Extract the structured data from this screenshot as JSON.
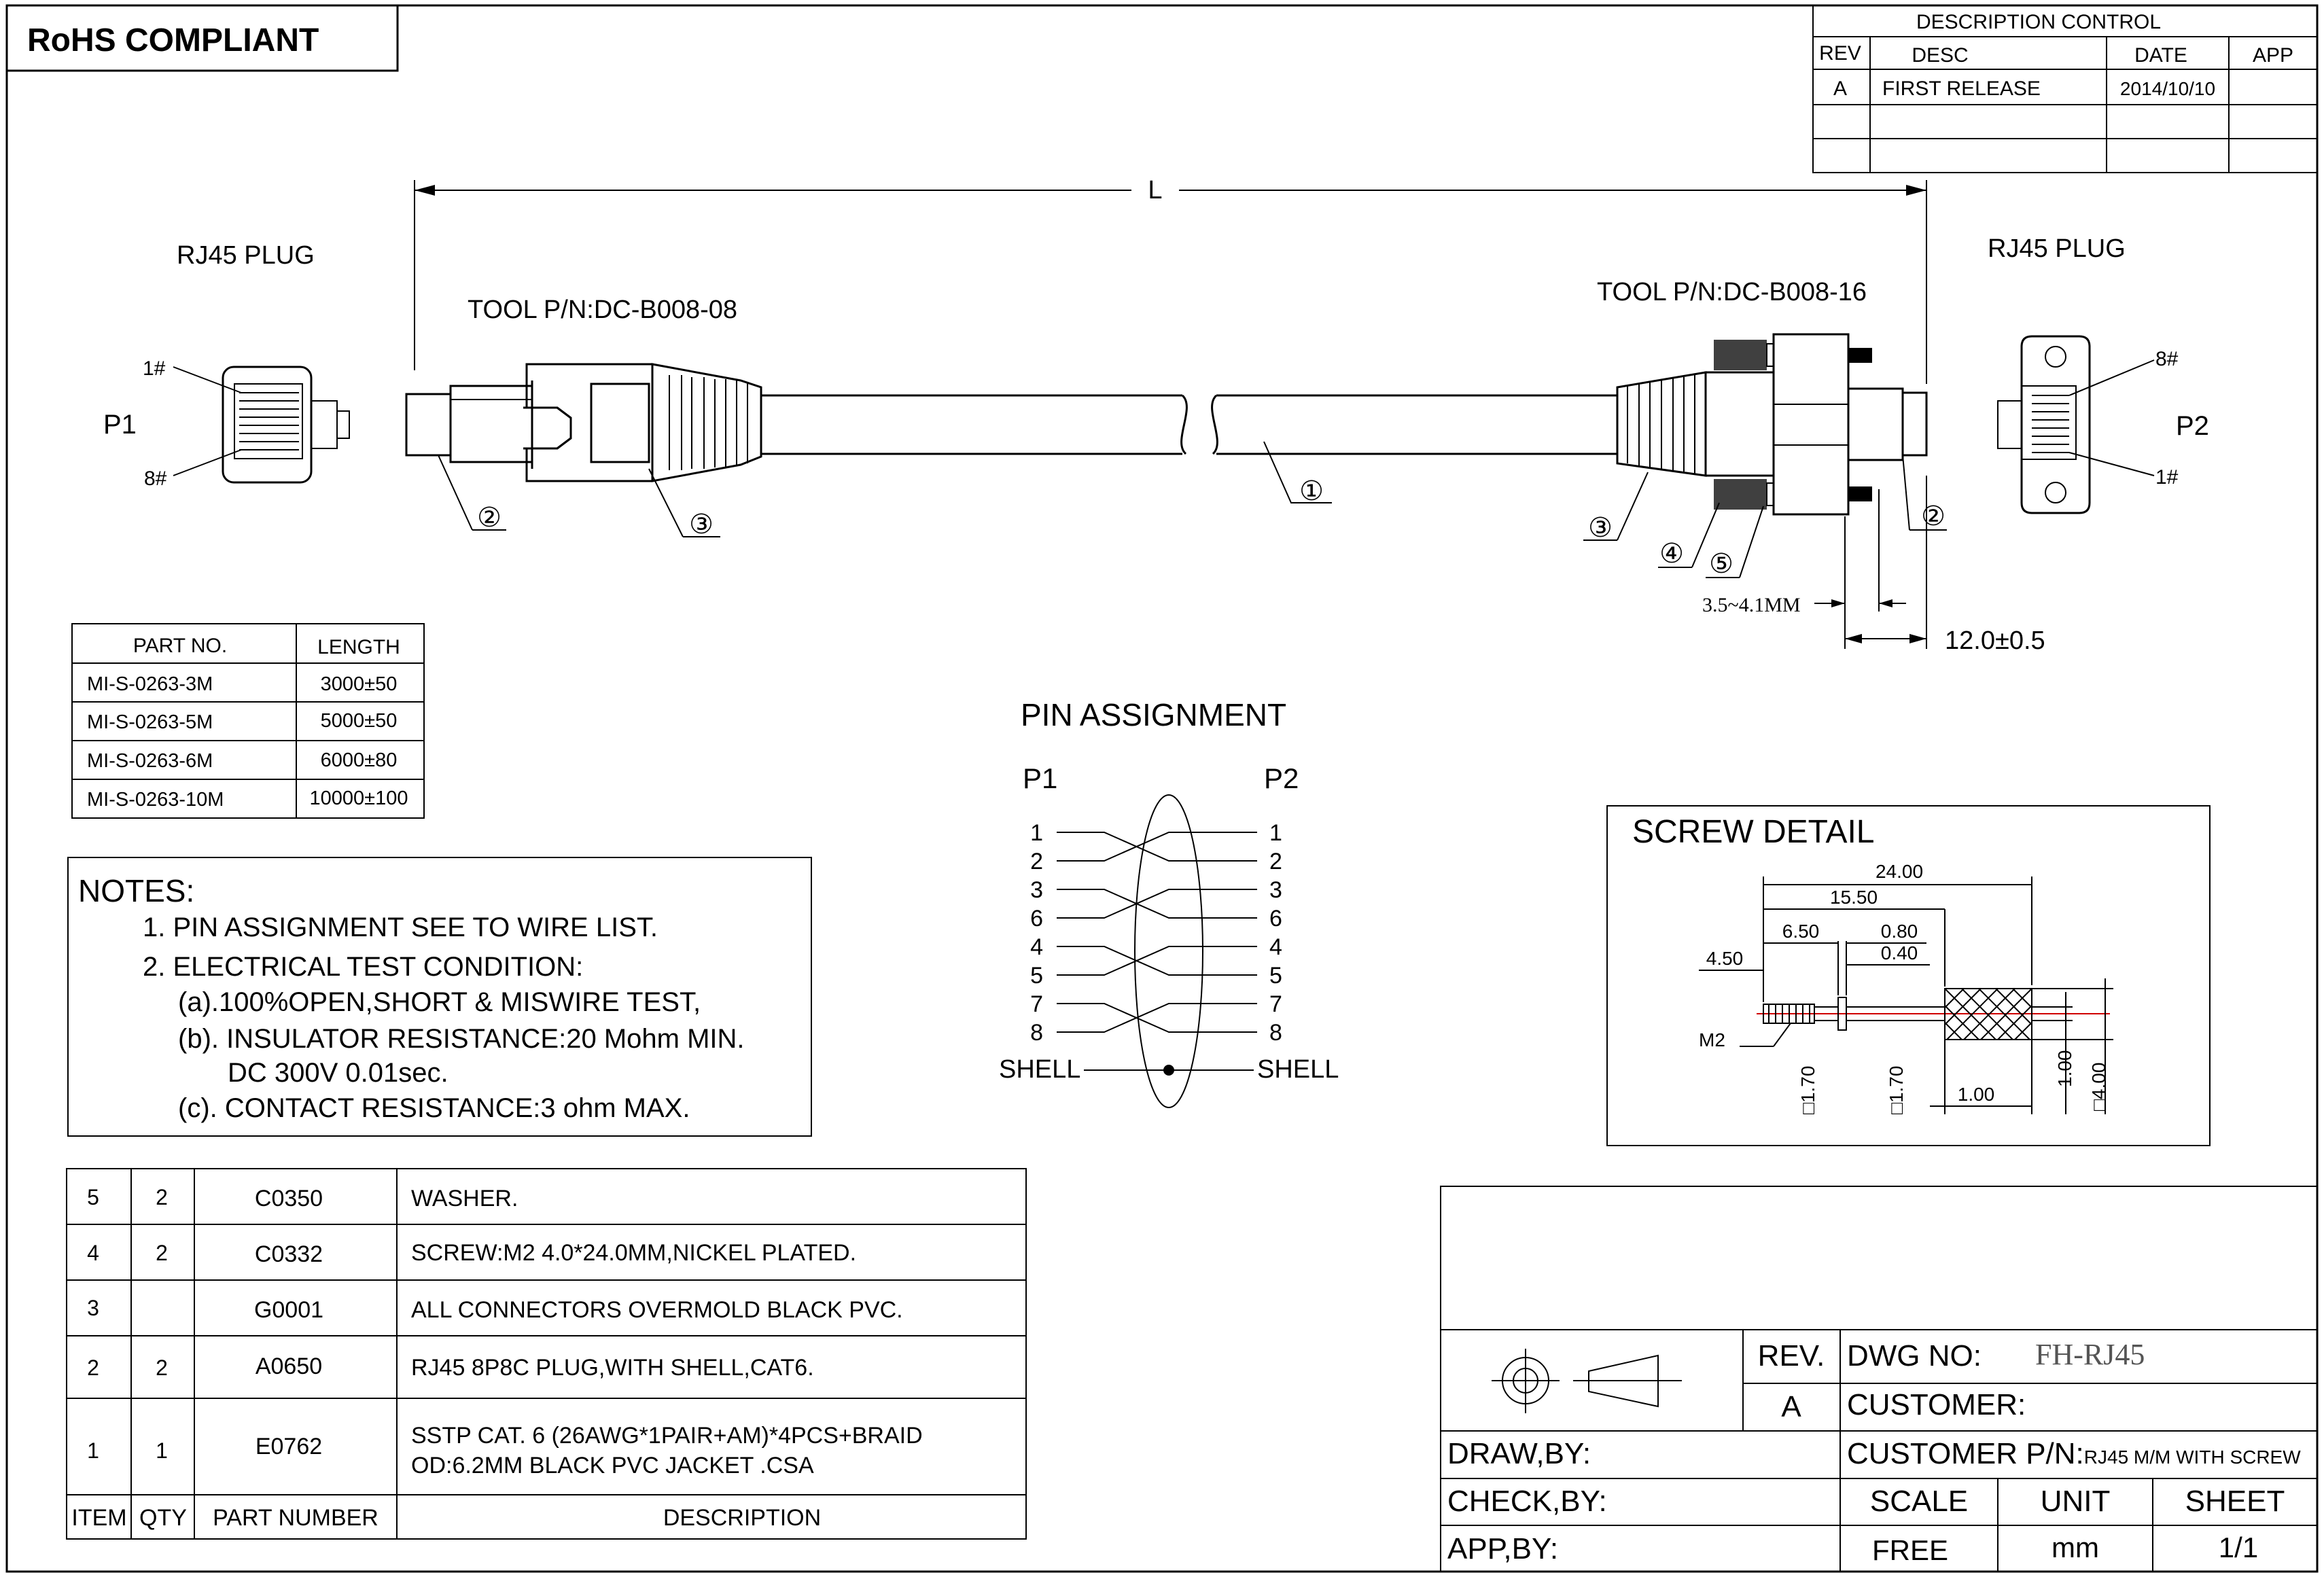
{
  "title_block": {
    "rohs": "RoHS COMPLIANT",
    "rev_label": "REV.",
    "rev_value": "A",
    "dwg_no_label": "DWG NO:",
    "dwg_no_value": "FH-RJ45",
    "customer_label": "CUSTOMER:",
    "customer_pn_label": "CUSTOMER P/N:",
    "customer_pn_value": "RJ45 M/M WITH SCREW",
    "draw_by": "DRAW,BY:",
    "check_by": "CHECK,BY:",
    "app_by": "APP,BY:",
    "scale_label": "SCALE",
    "scale_value": "FREE",
    "unit_label": "UNIT",
    "unit_value": "mm",
    "sheet_label": "SHEET",
    "sheet_value": "1/1"
  },
  "description_control": {
    "title": "DESCRIPTION  CONTROL",
    "headers": [
      "REV",
      "DESC",
      "DATE",
      "APP"
    ],
    "rows": [
      [
        "A",
        "FIRST RELEASE",
        "2014/10/10",
        ""
      ]
    ]
  },
  "cable_drawing": {
    "length_label": "L",
    "left_plug_label": "RJ45 PLUG",
    "right_plug_label": "RJ45 PLUG",
    "left_tool": "TOOL P/N:DC-B008-08",
    "right_tool": "TOOL P/N:DC-B008-16",
    "p1": "P1",
    "p2": "P2",
    "pin_1": "1#",
    "pin_8": "8#",
    "callouts": [
      "①",
      "②",
      "③",
      "④",
      "⑤"
    ],
    "dim_screw_range": "3.5~4.1MM",
    "dim_tip": "12.0±0.5"
  },
  "parts_length_table": {
    "headers": [
      "PART NO.",
      "LENGTH"
    ],
    "rows": [
      [
        "MI-S-0263-3M",
        "3000±50"
      ],
      [
        "MI-S-0263-5M",
        "5000±50"
      ],
      [
        "MI-S-0263-6M",
        "6000±80"
      ],
      [
        "MI-S-0263-10M",
        "10000±100"
      ]
    ]
  },
  "notes": {
    "title": "NOTES:",
    "lines": [
      "1. PIN ASSIGNMENT SEE TO WIRE LIST.",
      "2. ELECTRICAL TEST CONDITION:",
      "(a).100%OPEN,SHORT & MISWIRE TEST,",
      "(b). INSULATOR RESISTANCE:20 Mohm MIN.",
      "DC 300V 0.01sec.",
      "(c). CONTACT RESISTANCE:3 ohm MAX."
    ]
  },
  "pin_assignment": {
    "title": "PIN ASSIGNMENT",
    "p1": "P1",
    "p2": "P2",
    "pins": [
      "1",
      "2",
      "3",
      "6",
      "4",
      "5",
      "7",
      "8"
    ],
    "shell": "SHELL"
  },
  "screw_detail": {
    "title": "SCREW DETAIL",
    "dims": {
      "overall": "24.00",
      "d15": "15.50",
      "d650": "6.50",
      "d080": "0.80",
      "d040": "0.40",
      "d450": "4.50",
      "thread": "M2",
      "d170a": "□1.70",
      "d170b": "□1.70",
      "d100h": "1.00",
      "d100v": "1.00",
      "d400": "□4.00"
    }
  },
  "bom": {
    "headers": [
      "ITEM",
      "QTY",
      "PART NUMBER",
      "DESCRIPTION"
    ],
    "rows": [
      {
        "item": "5",
        "qty": "2",
        "part": "C0350",
        "desc": [
          "WASHER."
        ]
      },
      {
        "item": "4",
        "qty": "2",
        "part": "C0332",
        "desc": [
          "SCREW:M2 4.0*24.0MM,NICKEL PLATED."
        ]
      },
      {
        "item": "3",
        "qty": "",
        "part": "G0001",
        "desc": [
          "ALL CONNECTORS OVERMOLD BLACK PVC."
        ]
      },
      {
        "item": "2",
        "qty": "2",
        "part": "A0650",
        "desc": [
          "RJ45 8P8C PLUG,WITH SHELL,CAT6."
        ]
      },
      {
        "item": "1",
        "qty": "1",
        "part": "E0762",
        "desc": [
          "SSTP CAT. 6  (26AWG*1PAIR+AM)*4PCS+BRAID",
          "OD:6.2MM  BLACK PVC JACKET .CSA"
        ]
      }
    ]
  }
}
